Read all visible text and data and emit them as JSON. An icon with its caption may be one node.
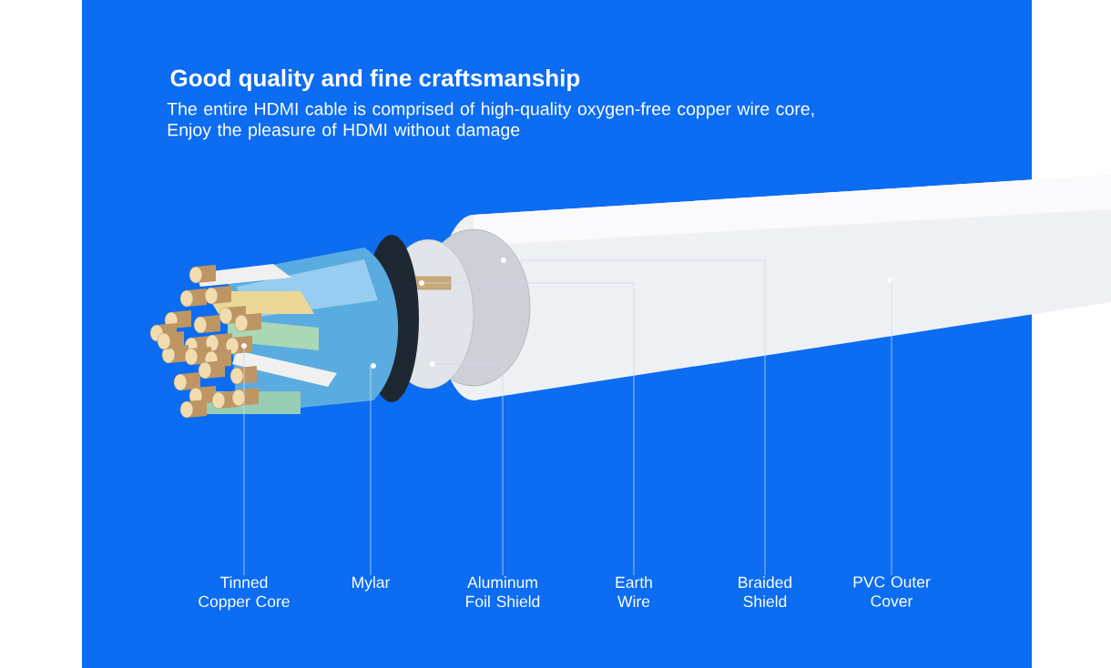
{
  "diagram": {
    "title": "Good quality and fine craftsmanship",
    "nodes": [
      {
        "text": [
          "Tinned Copper Core"
        ]
      },
      {
        "text": [
          "Mylar"
        ]
      },
      {
        "text": [
          "Aluminum Foil Shield"
        ]
      },
      {
        "text": [
          "Earth Wire"
        ]
      },
      {
        "text": [
          "Braided Shield"
        ]
      },
      {
        "text": [
          "PVC Outer Cover"
        ]
      },
      {
        "text": [],
        "shape": "circle"
      },
      {
        "text": [],
        "shape": "circle"
      },
      {
        "text": [],
        "shape": "circle"
      },
      {
        "text": [],
        "shape": "circle"
      },
      {
        "text": [],
        "shape": "circle"
      },
      {
        "text": [],
        "shape": "circle"
      }
    ],
    "edges": [
      {
        "from": 0,
        "to": 6,
        "arrow": "none"
      },
      {
        "from": 1,
        "to": 7,
        "arrow": "none"
      },
      {
        "from": 2,
        "to": 8,
        "arrow": "none"
      },
      {
        "from": 3,
        "to": 9,
        "arrow": "none"
      },
      {
        "from": 4,
        "to": 10,
        "arrow": "none"
      },
      {
        "from": 5,
        "to": 11,
        "arrow": "none"
      }
    ],
    "labels": [
      "The entire HDMI cable is comprised of high-quality oxygen-free copper wire core, Enjoy the pleasure of HDMI without damage"
    ]
  }
}
